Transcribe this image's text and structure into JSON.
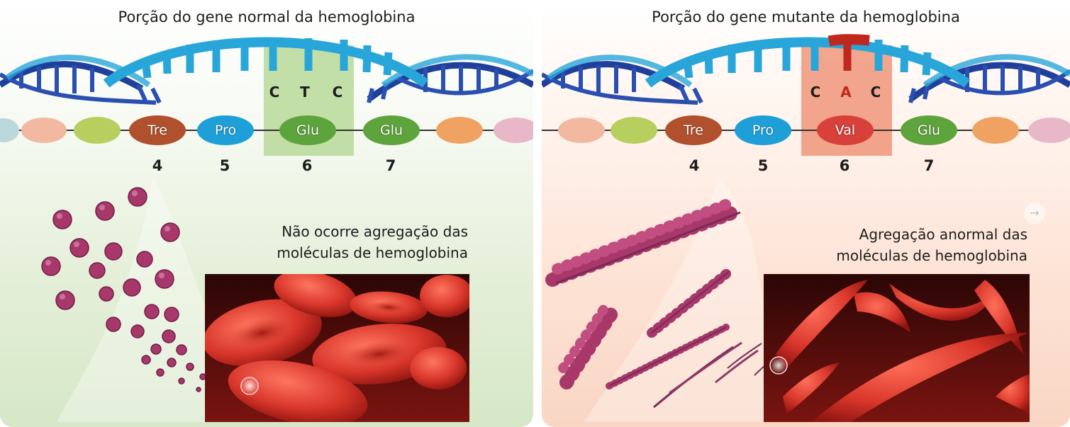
{
  "panels": {
    "normal": {
      "title": "Porção do gene normal da hemoglobina",
      "bases": [
        "C",
        "T",
        "C"
      ],
      "amino_acids": [
        "Tre",
        "Pro",
        "Glu",
        "Glu"
      ],
      "positions": [
        "4",
        "5",
        "6",
        "7"
      ],
      "caption_line1": "Não ocorre agregação das",
      "caption_line2": "moléculas de hemoglobina"
    },
    "mutant": {
      "title": "Porção do gene mutante da hemoglobina",
      "bases": [
        "C",
        "A",
        "C"
      ],
      "amino_acids": [
        "Tre",
        "Pro",
        "Val",
        "Glu"
      ],
      "positions": [
        "4",
        "5",
        "6",
        "7"
      ],
      "caption_line1": "Agregação anormal das",
      "caption_line2": "moléculas de hemoglobina"
    }
  },
  "colors": {
    "dna_blue": "#29a6d9",
    "dna_dark": "#1f3f9a",
    "mutation_red": "#c0281e",
    "highlight_green": "#b9d99a",
    "highlight_red": "#f0967a",
    "blood_cell": "#d8362a",
    "hemoglobin": "#a8386a"
  },
  "icons": {
    "next": "arrow-right-icon"
  }
}
